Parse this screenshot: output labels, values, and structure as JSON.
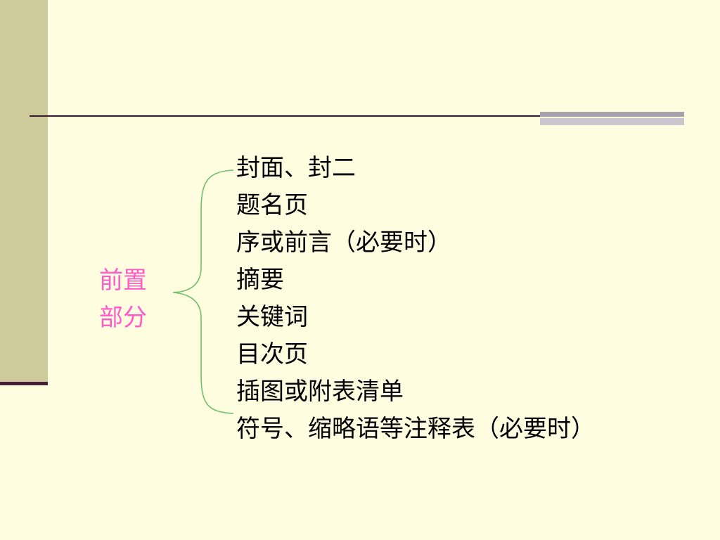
{
  "slide": {
    "section_label_lines": [
      "前置",
      "部分"
    ],
    "items": [
      "封面、封二",
      "题名页",
      "序或前言（必要时）",
      " 摘要",
      " 关键词",
      " 目次页",
      "插图或附表清单",
      "符号、缩略语等注释表（必要时）"
    ]
  },
  "colors": {
    "background": "#FFFDE0",
    "left_strip": "#CDCB9A",
    "accent_line": "#3A1830",
    "label_text": "#FF5AC8",
    "brace": "#6FBF6F",
    "item_text": "#000000"
  }
}
